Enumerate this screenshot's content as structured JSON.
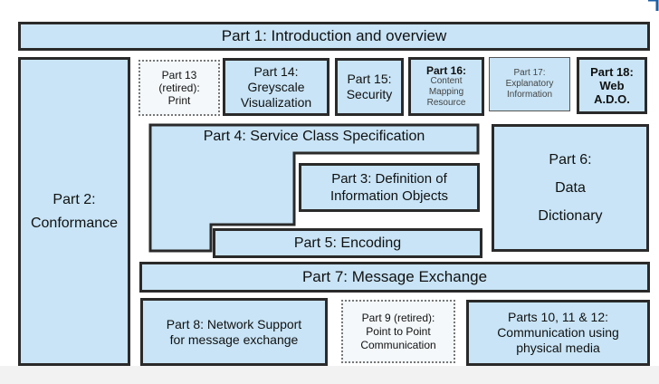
{
  "parts": {
    "p1": "Part 1: Introduction and overview",
    "p2": "Part 2:\nConformance",
    "p13": "Part 13\n(retired):\nPrint",
    "p14": "Part 14:\nGreyscale\nVisualization",
    "p15": "Part 15:\nSecurity",
    "p16": "Part 16:",
    "p16_sub": "Content\nMapping\nResource",
    "p17": "Part 17:\nExplanatory\nInformation",
    "p18": "Part 18:\nWeb\nA.D.O.",
    "p4": "Part 4: Service Class Specification",
    "p3": "Part 3:  Definition of\nInformation Objects",
    "p6": "Part 6:\nData\nDictionary",
    "p5": "Part 5: Encoding",
    "p7": "Part 7: Message Exchange",
    "p8": "Part 8: Network Support\nfor message exchange",
    "p9": "Part 9 (retired):\nPoint to Point\nCommunication",
    "p10_12": "Parts 10, 11 & 12:\nCommunication using\nphysical media"
  },
  "colors": {
    "box_fill": "#c8e4f6",
    "retired_fill": "#f4f8fb",
    "border": "#2a2a2a"
  }
}
